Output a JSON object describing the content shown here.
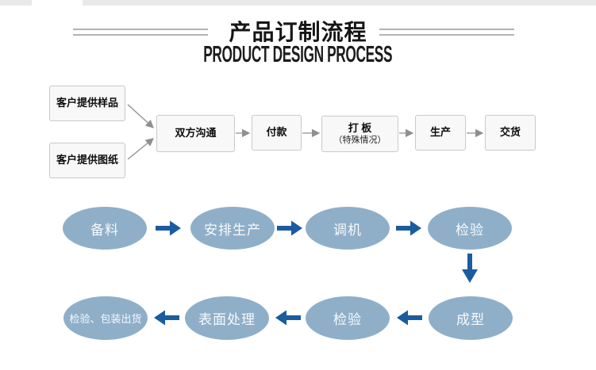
{
  "header": {
    "title_zh": "产品订制流程",
    "title_en": "PRODUCT DESIGN PROCESS"
  },
  "flowchart": {
    "sources": [
      {
        "label": "客户提供样品"
      },
      {
        "label": "客户提供图纸"
      }
    ],
    "steps": [
      {
        "label": "双方沟通"
      },
      {
        "label": "付款"
      },
      {
        "label": "打 板",
        "note": "（特殊情况）"
      },
      {
        "label": "生产"
      },
      {
        "label": "交货"
      }
    ]
  },
  "process_flow": {
    "row1": [
      {
        "label": "备料"
      },
      {
        "label": "安排生产"
      },
      {
        "label": "调机"
      },
      {
        "label": "检验"
      }
    ],
    "row2_visual": [
      {
        "label": "检验、包装出货"
      },
      {
        "label": "表面处理"
      },
      {
        "label": "检验"
      },
      {
        "label": "成型"
      }
    ]
  },
  "icons": {
    "right_arrow": "arrow-right-icon",
    "left_arrow": "arrow-left-icon",
    "down_arrow": "arrow-down-icon",
    "connector": "connector-arrow-icon"
  },
  "colors": {
    "accent_blue": "#1b5c9e",
    "ellipse_fill": "#8fafc9",
    "ellipse_text": "#f7fafc",
    "box_fill": "#f8f8f8",
    "box_border": "#c9c9c9",
    "connector_gray": "#8f8f8f",
    "divider_gray": "#b3b3b3",
    "top_strip": "#e9e9e9",
    "text_black": "#111111"
  }
}
